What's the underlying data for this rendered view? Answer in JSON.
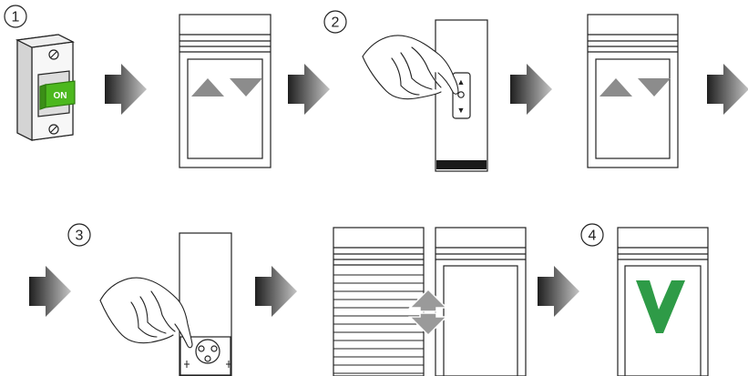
{
  "steps": [
    {
      "number": "1"
    },
    {
      "number": "2"
    },
    {
      "number": "3"
    },
    {
      "number": "4"
    }
  ],
  "breaker": {
    "switch_label": "ON",
    "switch_color": "#4cb81e"
  },
  "remote": {
    "up_symbol": "▲",
    "down_symbol": "▼"
  },
  "colors": {
    "arrow_dark": "#1f1f1f",
    "arrow_light": "#c4c4c4",
    "triangle_gray": "#8c8c8c",
    "check_green": "#2e9b47",
    "line": "#222222"
  },
  "icons": [
    "circuit-breaker-icon",
    "hand-icon",
    "remote-control-icon",
    "roller-shutter-icon",
    "flow-arrow-icon",
    "up-down-arrow-icon",
    "checkmark-icon"
  ]
}
